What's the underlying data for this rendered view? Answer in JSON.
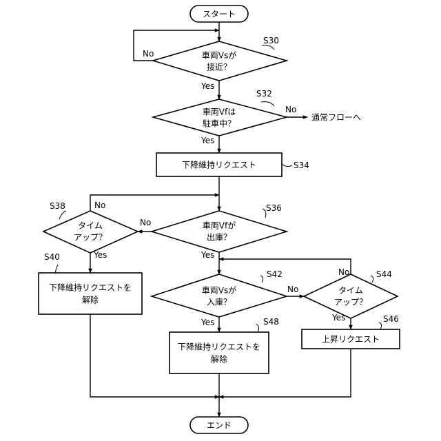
{
  "nodes": {
    "start": "スタート",
    "s30": [
      "車両Vsが",
      "接近？"
    ],
    "s32": [
      "車両Vfは",
      "駐車中？"
    ],
    "s34": "下降維持リクエスト",
    "s36": [
      "車両Vfが",
      "出庫？"
    ],
    "s38": [
      "タイム",
      "アップ？"
    ],
    "s40": [
      "下降維持リクエストを",
      "解除"
    ],
    "s42": [
      "車両Vsが",
      "入庫？"
    ],
    "s44": [
      "タイム",
      "アップ？"
    ],
    "s46": "上昇リクエスト",
    "s48": [
      "下降維持リクエストを",
      "解除"
    ],
    "end": "エンド",
    "normal_flow": "通常フローへ"
  },
  "step_labels": {
    "s30": "S30",
    "s32": "S32",
    "s34": "S34",
    "s36": "S36",
    "s38": "S38",
    "s40": "S40",
    "s42": "S42",
    "s44": "S44",
    "s46": "S46",
    "s48": "S48"
  },
  "branch_labels": {
    "yes": "Yes",
    "no": "No"
  }
}
